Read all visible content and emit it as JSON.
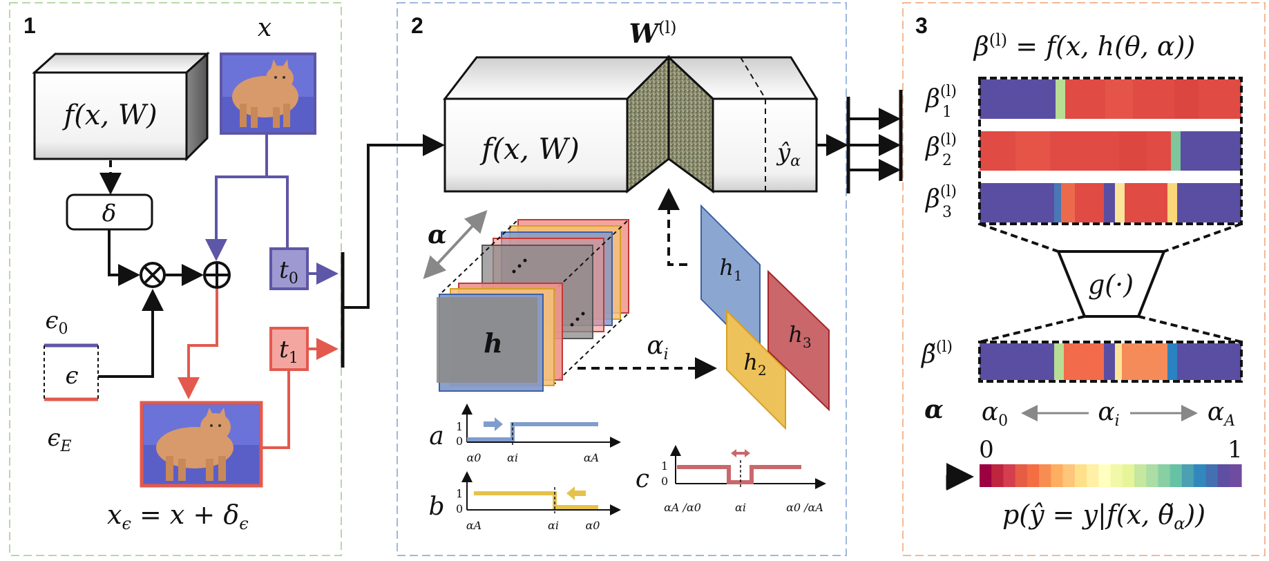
{
  "panels": [
    {
      "number": "1",
      "frame_color": "#b7d7a8"
    },
    {
      "number": "2",
      "frame_color": "#9fb7dd"
    },
    {
      "number": "3",
      "frame_color": "#f4b895"
    }
  ],
  "panel1": {
    "box_label": "f(x, W)",
    "input_label": "x",
    "delta_label": "δ",
    "eps_top": "ϵ",
    "eps_top_sub": "0",
    "eps_mid": "ϵ",
    "eps_bottom": "ϵ",
    "eps_bottom_sub": "E",
    "t0": "t",
    "t0_sub": "0",
    "t1": "t",
    "t1_sub": "1",
    "formula_x": "x",
    "formula_sub1": "ϵ",
    "formula_rest": " = x + δ",
    "formula_sub2": "ϵ"
  },
  "panel2": {
    "weight_label": "W",
    "weight_sup": "(l)",
    "box_label": "f(x, W)",
    "output_label": "ŷ",
    "output_sub": "α",
    "alpha_label": "α",
    "h_label": "h",
    "alpha_i": "α",
    "alpha_i_sub": "i",
    "heads": [
      {
        "label": "h",
        "sub": "1",
        "color": "#7f9ccd"
      },
      {
        "label": "h",
        "sub": "2",
        "color": "#eec25a"
      },
      {
        "label": "h",
        "sub": "3",
        "color": "#c9676a"
      }
    ],
    "plots": {
      "a": {
        "letter": "a",
        "y1": "1",
        "y0": "0",
        "ticks": [
          "α0",
          "αi",
          "αA"
        ],
        "color": "#7f9ccd"
      },
      "b": {
        "letter": "b",
        "y1": "1",
        "y0": "0",
        "ticks": [
          "αA",
          "αi",
          "α0"
        ],
        "color": "#e6c24a"
      },
      "c": {
        "letter": "c",
        "y1": "1",
        "y0": "0",
        "ticks": [
          "αA /α0",
          "αi",
          "α0 /αA"
        ],
        "color": "#c9676a"
      }
    }
  },
  "panel3": {
    "title_beta": "β",
    "title_sup": "(l)",
    "title_rest": " = f",
    "title_args": "x, h(θ, α)",
    "rows": [
      {
        "label": "β",
        "sub": "1",
        "sup": "(l)"
      },
      {
        "label": "β",
        "sub": "2",
        "sup": "(l)"
      },
      {
        "label": "β",
        "sub": "3",
        "sup": "(l)"
      }
    ],
    "g_label": "g(·)",
    "beta_tilde": "β̃",
    "beta_tilde_sup": "(l)",
    "alpha_label": "α",
    "alpha_0": "α",
    "alpha_0_sub": "0",
    "alpha_i": "α",
    "alpha_i_sub": "i",
    "alpha_A": "α",
    "alpha_A_sub": "A",
    "scale_min": "0",
    "scale_max": "1",
    "prob_text": "p(ŷ = y|f(x, θ̃",
    "prob_sub": "α",
    "prob_end": "))"
  },
  "colors": {
    "purple": "#5e56a6",
    "red": "#e3594e",
    "blue_frame": "#5e8fc7",
    "dark": "#111111"
  }
}
